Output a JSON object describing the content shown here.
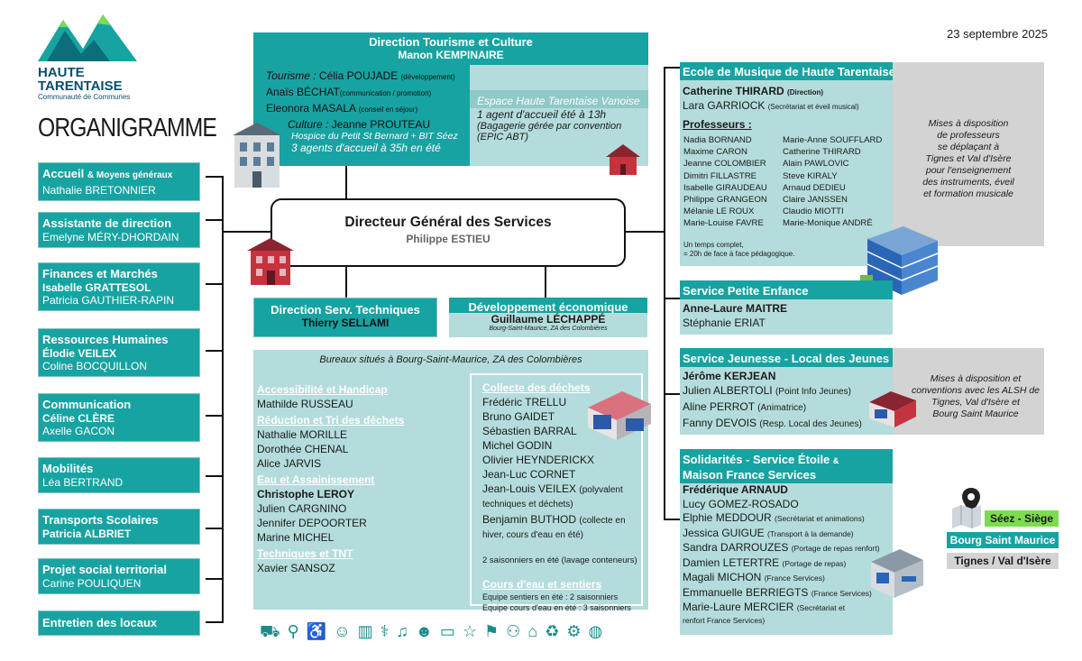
{
  "date": "23 septembre 2025",
  "logo": {
    "line1": "HAUTE",
    "line2": "TARENTAISE",
    "line3": "Communauté de Communes"
  },
  "page_title": "ORGANIGRAMME",
  "dgs": {
    "title": "Directeur Général des Services",
    "name": "Philippe ESTIEU"
  },
  "tourisme": {
    "title": "Direction Tourisme et Culture",
    "head": "Manon KEMPINAIRE",
    "tourisme_label": "Tourisme :",
    "p1": "Célia POUJADE",
    "p1_note": "(développement)",
    "p2": "Anaïs BÉCHAT",
    "p2_note": "(communication / promotion)",
    "p3": "Eleonora MASALA",
    "p3_note": "(conseil en séjour)",
    "culture_label": "Culture :",
    "culture_name": "Jeanne PROUTEAU",
    "hospice_title": "Hospice du Petit St Bernard + BIT Séez",
    "hospice_text": "3 agents d'accueil à 35h en été",
    "espace_title": "Espace Haute Tarentaise Vanoise",
    "espace_text1": "1 agent d'accueil été à 13h",
    "espace_text2": "(Bagagerie gérée par convention",
    "espace_text3": "(EPIC ABT)"
  },
  "left_boxes": [
    {
      "title": "Accueil",
      "title_suffix": "& Moyens généraux",
      "names": [
        "Nathalie BRETONNIER"
      ],
      "bold_names": []
    },
    {
      "title": "Assistante de direction",
      "title_suffix": "",
      "names": [
        "Emelyne MÉRY-DHORDAIN"
      ],
      "bold_names": []
    },
    {
      "title": "Finances et Marchés",
      "title_suffix": "",
      "names": [
        "Patricia GAUTHIER-RAPIN"
      ],
      "bold_names": [
        "Isabelle GRATTESOL"
      ]
    },
    {
      "title": "Ressources Humaines",
      "title_suffix": "",
      "names": [
        "Coline BOCQUILLON"
      ],
      "bold_names": [
        "Élodie VEILEX"
      ]
    },
    {
      "title": "Communication",
      "title_suffix": "",
      "names": [
        "Axelle GACON"
      ],
      "bold_names": [
        "Céline CLÈRE"
      ]
    },
    {
      "title": "Mobilités",
      "title_suffix": "",
      "names": [
        "Léa BERTRAND"
      ],
      "bold_names": []
    },
    {
      "title": "Transports Scolaires",
      "title_suffix": "",
      "names": [],
      "bold_names": [
        "Patricia ALBRIET"
      ]
    },
    {
      "title": "Projet social territorial",
      "title_suffix": "",
      "names": [
        "Carine POULIQUEN"
      ],
      "bold_names": []
    },
    {
      "title": "Entretien des locaux",
      "title_suffix": "",
      "names": [],
      "bold_names": []
    }
  ],
  "techniques": {
    "title": "Direction Serv. Techniques",
    "head": "Thierry SELLAMI"
  },
  "dev_eco": {
    "title": "Développement économique",
    "head": "Guillaume LÉCHAPPÉ",
    "note": "Bourg-Saint-Maurice, ZA des Colombières"
  },
  "bureaux": "Bureaux situés à Bourg-Saint-Maurice, ZA des Colombières",
  "tech_left": {
    "access_title": "Accessibilité et Handicap",
    "access_names": [
      "Mathilde RUSSEAU"
    ],
    "reduc_title": "Réduction et Tri des déchets",
    "reduc_names": [
      "Nathalie MORILLE",
      "Dorothée CHENAL",
      "Alice JARVIS"
    ],
    "eau_title": "Eau et Assainissement",
    "eau_head": "Christophe LEROY",
    "eau_names": [
      "Julien CARGNINO",
      "Jennifer DEPOORTER",
      "Marine MICHEL"
    ],
    "tnt_title": "Techniques et TNT",
    "tnt_names": [
      "Xavier SANSOZ"
    ]
  },
  "collecte": {
    "title": "Collecte des déchets",
    "names": [
      "Frédéric TRELLU",
      "Bruno GAIDET",
      "Sébastien BARRAL",
      "Michel GODIN",
      "Olivier HEYNDERICKX",
      "Jean-Luc CORNET"
    ],
    "veilex": "Jean-Louis VEILEX",
    "veilex_note": "(polyvalent",
    "veilex_note2": "techniques et déchets)",
    "buthod": "Benjamin BUTHOD",
    "buthod_note": "(collecte en",
    "buthod_note2": "hiver, cours d'eau en été)",
    "saisonniers": "2 saisonniers en été (lavage conteneurs)",
    "cours_title": "Cours d'eau et sentiers",
    "cours_1": "Equipe sentiers en été : 2 saisonniers",
    "cours_2": "Equipe cours d'eau en été : 3 saisonniers"
  },
  "musique": {
    "title": "Ecole de Musique de Haute Tarentaise",
    "head": "Catherine THIRARD",
    "head_note": "(Direction)",
    "second": "Lara GARRIOCK",
    "second_note": "(Secrétariat et éveil musical)",
    "prof_title": "Professeurs :",
    "prof_col1": [
      "Nadia BORNAND",
      "Maxime CARON",
      "Jeanne COLOMBIER",
      "Dimitri FILLASTRE",
      "Isabelle GIRAUDEAU",
      "Philippe GRANGEON",
      "Mélanie LE ROUX",
      "Marie-Louise FAVRE"
    ],
    "prof_col2": [
      "Marie-Anne SOUFFLARD",
      "Catherine THIRARD",
      "Alain PAWLOVIC",
      "Steve KIRALY",
      "Arnaud DEDIEU",
      "Claire JANSSEN",
      "Claudio MIOTTI",
      "Marie-Monique ANDRÉ"
    ],
    "note1": "Un temps complet,",
    "note2": "= 20h de face à face pédagogique.",
    "side": [
      "Mises à disposition",
      "de professeurs",
      "se déplaçant à",
      "Tignes et Val d'Isère",
      "pour l'enseignement",
      "des instruments, éveil",
      "et formation musicale"
    ]
  },
  "petite_enfance": {
    "title": "Service Petite Enfance",
    "head": "Anne-Laure MAITRE",
    "names": [
      "Stéphanie ERIAT"
    ]
  },
  "jeunesse": {
    "title": "Service Jeunesse - Local des Jeunes",
    "head": "Jérôme KERJEAN",
    "p1": "Julien ALBERTOLI",
    "p1_note": "(Point Info Jeunes)",
    "p2": "Aline PERROT",
    "p2_note": "(Animatrice)",
    "p3": "Fanny DEVOIS",
    "p3_note": "(Resp. Local des Jeunes)",
    "side": [
      "Mises à disposition et",
      "conventions avec les ALSH de",
      "Tignes, Val d'Isère et",
      "Bourg Saint Maurice"
    ]
  },
  "solidarites": {
    "title1": "Solidarités - Service Étoile",
    "title1_suffix": "&",
    "title2": "Maison France Services",
    "head": "Frédérique ARNAUD",
    "people": [
      {
        "name": "Lucy GOMEZ-ROSADO",
        "note": ""
      },
      {
        "name": "Elphie MEDDOUR",
        "note": "(Secrétariat et animations)"
      },
      {
        "name": "Jessica GUIGUE",
        "note": "(Transport à la demande)"
      },
      {
        "name": "Sandra DARROUZES",
        "note": "(Portage de repas renfort)"
      },
      {
        "name": "Damien LETERTRE",
        "note": "(Portage de repas)"
      },
      {
        "name": "Magali MICHON",
        "note": "(France Services)"
      },
      {
        "name": "Emmanuelle BERRIEGTS",
        "note": "(France Services)"
      },
      {
        "name": "Marie-Laure MERCIER",
        "note": "(Secrétariat et"
      }
    ],
    "last_note2": "renfort France Services)"
  },
  "legend": {
    "seez": "Séez - Siège",
    "bourg": "Bourg Saint Maurice",
    "tignes": "Tignes / Val d'Isère"
  },
  "colors": {
    "teal": "#17a3a2",
    "light": "#b4dcdc",
    "grey": "#d3d3d3",
    "legend_green": "#7bdc4f",
    "legend_teal": "#17a3a2"
  }
}
